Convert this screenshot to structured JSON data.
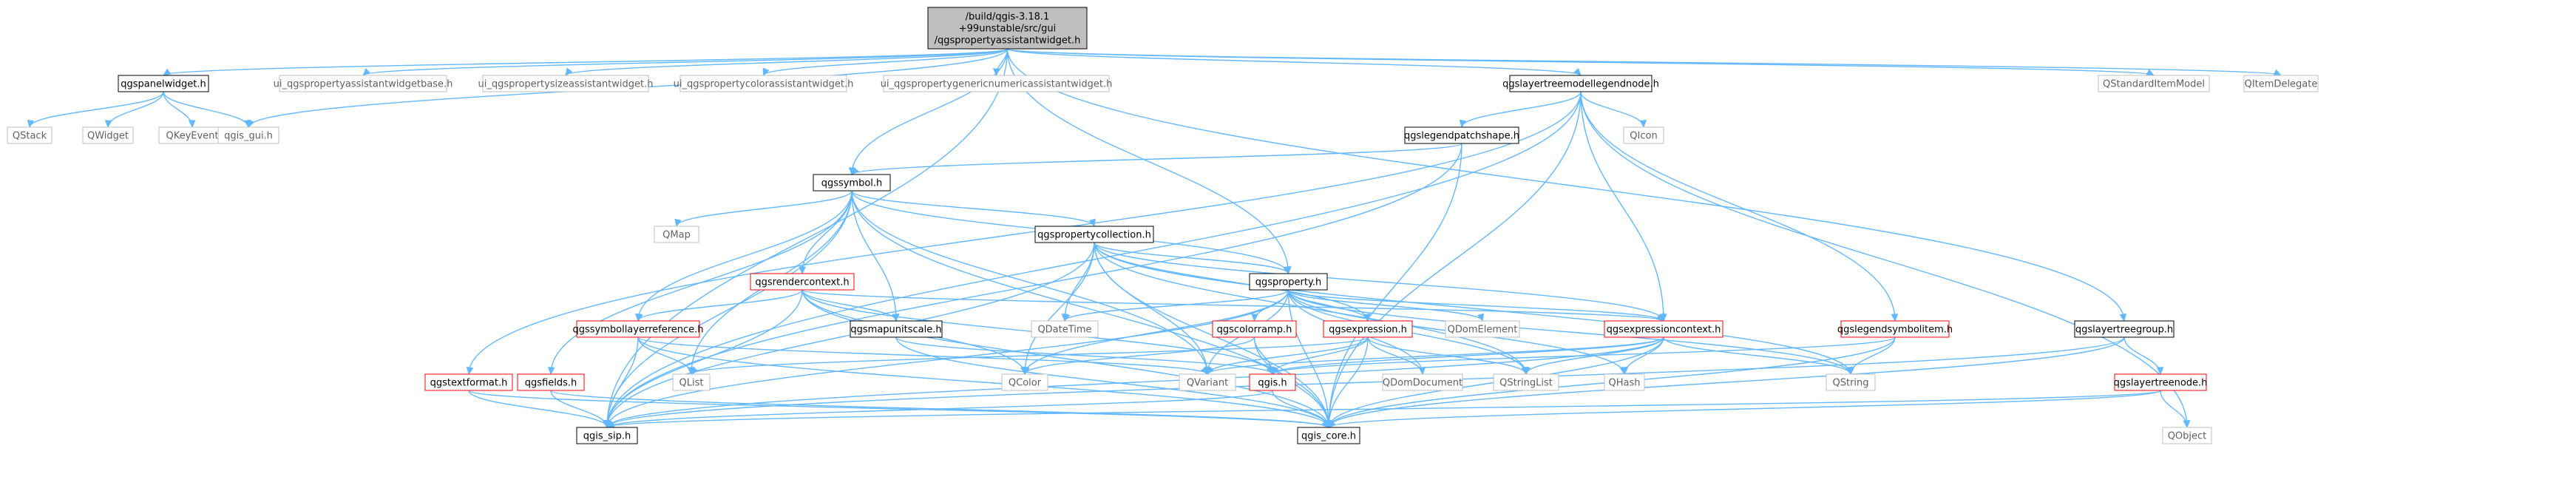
{
  "graph": {
    "type": "include-dependency-graph",
    "nodes": [
      {
        "id": "root",
        "lines": [
          "/build/qgis-3.18.1",
          "+99unstable/src/gui",
          "/qgspropertyassistantwidget.h"
        ],
        "style": "root"
      },
      {
        "id": "panelwidget",
        "lines": [
          "qgspanelwidget.h"
        ],
        "style": "black"
      },
      {
        "id": "ui_base",
        "lines": [
          "ui_qgspropertyassistantwidgetbase.h"
        ],
        "style": "gray"
      },
      {
        "id": "ui_size",
        "lines": [
          "ui_qgspropertysizeassistantwidget.h"
        ],
        "style": "gray"
      },
      {
        "id": "ui_color",
        "lines": [
          "ui_qgspropertycolorassistantwidget.h"
        ],
        "style": "gray"
      },
      {
        "id": "ui_generic",
        "lines": [
          "ui_qgspropertygenericnumericassistantwidget.h"
        ],
        "style": "gray"
      },
      {
        "id": "ltmln",
        "lines": [
          "qgslayertreemodellegendnode.h"
        ],
        "style": "black"
      },
      {
        "id": "qstdmodel",
        "lines": [
          "QStandardItemModel"
        ],
        "style": "gray"
      },
      {
        "id": "qitemdelegate",
        "lines": [
          "QItemDelegate"
        ],
        "style": "gray"
      },
      {
        "id": "qstack",
        "lines": [
          "QStack"
        ],
        "style": "gray"
      },
      {
        "id": "qwidget",
        "lines": [
          "QWidget"
        ],
        "style": "gray"
      },
      {
        "id": "qkeyevent",
        "lines": [
          "QKeyEvent"
        ],
        "style": "gray"
      },
      {
        "id": "gui",
        "lines": [
          "qgis_gui.h"
        ],
        "style": "gray"
      },
      {
        "id": "patchshape",
        "lines": [
          "qgslegendpatchshape.h"
        ],
        "style": "black"
      },
      {
        "id": "qicon",
        "lines": [
          "QIcon"
        ],
        "style": "gray"
      },
      {
        "id": "symbol",
        "lines": [
          "qgssymbol.h"
        ],
        "style": "black"
      },
      {
        "id": "qmap",
        "lines": [
          "QMap"
        ],
        "style": "gray"
      },
      {
        "id": "propcoll",
        "lines": [
          "qgspropertycollection.h"
        ],
        "style": "black"
      },
      {
        "id": "rendercontext",
        "lines": [
          "qgsrendercontext.h"
        ],
        "style": "red"
      },
      {
        "id": "property",
        "lines": [
          "qgsproperty.h"
        ],
        "style": "black"
      },
      {
        "id": "symlayerref",
        "lines": [
          "qgssymbollayerreference.h"
        ],
        "style": "red"
      },
      {
        "id": "mapunitscale",
        "lines": [
          "qgsmapunitscale.h"
        ],
        "style": "black"
      },
      {
        "id": "qdatetime",
        "lines": [
          "QDateTime"
        ],
        "style": "gray"
      },
      {
        "id": "colorramp",
        "lines": [
          "qgscolorramp.h"
        ],
        "style": "red"
      },
      {
        "id": "expression",
        "lines": [
          "qgsexpression.h"
        ],
        "style": "red"
      },
      {
        "id": "qdomelement",
        "lines": [
          "QDomElement"
        ],
        "style": "gray"
      },
      {
        "id": "exprcontext",
        "lines": [
          "qgsexpressioncontext.h"
        ],
        "style": "red"
      },
      {
        "id": "legendsymitem",
        "lines": [
          "qgslegendsymbolitem.h"
        ],
        "style": "red"
      },
      {
        "id": "ltgroup",
        "lines": [
          "qgslayertreegroup.h"
        ],
        "style": "black"
      },
      {
        "id": "textformat",
        "lines": [
          "qgstextformat.h"
        ],
        "style": "red"
      },
      {
        "id": "fields",
        "lines": [
          "qgsfields.h"
        ],
        "style": "red"
      },
      {
        "id": "qlist",
        "lines": [
          "QList"
        ],
        "style": "gray"
      },
      {
        "id": "qcolor",
        "lines": [
          "QColor"
        ],
        "style": "gray"
      },
      {
        "id": "qvariant",
        "lines": [
          "QVariant"
        ],
        "style": "gray"
      },
      {
        "id": "qgish",
        "lines": [
          "qgis.h"
        ],
        "style": "red"
      },
      {
        "id": "qdomdocument",
        "lines": [
          "QDomDocument"
        ],
        "style": "gray"
      },
      {
        "id": "qstringlist",
        "lines": [
          "QStringList"
        ],
        "style": "gray"
      },
      {
        "id": "qhash",
        "lines": [
          "QHash"
        ],
        "style": "gray"
      },
      {
        "id": "qstring",
        "lines": [
          "QString"
        ],
        "style": "gray"
      },
      {
        "id": "ltnode",
        "lines": [
          "qgslayertreenode.h"
        ],
        "style": "red"
      },
      {
        "id": "sip",
        "lines": [
          "qgis_sip.h"
        ],
        "style": "black"
      },
      {
        "id": "core",
        "lines": [
          "qgis_core.h"
        ],
        "style": "black"
      },
      {
        "id": "qobject",
        "lines": [
          "QObject"
        ],
        "style": "gray"
      }
    ],
    "edges": [
      [
        "root",
        "panelwidget"
      ],
      [
        "root",
        "ui_base"
      ],
      [
        "root",
        "ui_size"
      ],
      [
        "root",
        "ui_color"
      ],
      [
        "root",
        "ui_generic"
      ],
      [
        "root",
        "ltmln"
      ],
      [
        "root",
        "qstdmodel"
      ],
      [
        "root",
        "qitemdelegate"
      ],
      [
        "root",
        "gui"
      ],
      [
        "root",
        "sip"
      ],
      [
        "root",
        "symbol"
      ],
      [
        "root",
        "property"
      ],
      [
        "root",
        "ltgroup"
      ],
      [
        "panelwidget",
        "qstack"
      ],
      [
        "panelwidget",
        "qwidget"
      ],
      [
        "panelwidget",
        "qkeyevent"
      ],
      [
        "panelwidget",
        "gui"
      ],
      [
        "ltmln",
        "patchshape"
      ],
      [
        "ltmln",
        "qicon"
      ],
      [
        "ltmln",
        "exprcontext"
      ],
      [
        "ltmln",
        "legendsymitem"
      ],
      [
        "ltmln",
        "textformat"
      ],
      [
        "ltmln",
        "core"
      ],
      [
        "ltmln",
        "qobject"
      ],
      [
        "ltmln",
        "sip"
      ],
      [
        "patchshape",
        "symbol"
      ],
      [
        "patchshape",
        "sip"
      ],
      [
        "patchshape",
        "core"
      ],
      [
        "symbol",
        "qmap"
      ],
      [
        "symbol",
        "propcoll"
      ],
      [
        "symbol",
        "rendercontext"
      ],
      [
        "symbol",
        "property"
      ],
      [
        "symbol",
        "symlayerref"
      ],
      [
        "symbol",
        "mapunitscale"
      ],
      [
        "symbol",
        "fields"
      ],
      [
        "symbol",
        "qlist"
      ],
      [
        "symbol",
        "sip"
      ],
      [
        "symbol",
        "core"
      ],
      [
        "symbol",
        "qvariant"
      ],
      [
        "propcoll",
        "property"
      ],
      [
        "propcoll",
        "exprcontext"
      ],
      [
        "propcoll",
        "qdatetime"
      ],
      [
        "propcoll",
        "qcolor"
      ],
      [
        "propcoll",
        "qvariant"
      ],
      [
        "propcoll",
        "qstring"
      ],
      [
        "propcoll",
        "qstringlist"
      ],
      [
        "propcoll",
        "core"
      ],
      [
        "propcoll",
        "sip"
      ],
      [
        "propcoll",
        "expression"
      ],
      [
        "rendercontext",
        "symlayerref"
      ],
      [
        "rendercontext",
        "mapunitscale"
      ],
      [
        "rendercontext",
        "exprcontext"
      ],
      [
        "rendercontext",
        "qcolor"
      ],
      [
        "rendercontext",
        "sip"
      ],
      [
        "rendercontext",
        "core"
      ],
      [
        "rendercontext",
        "qgish"
      ],
      [
        "property",
        "qdatetime"
      ],
      [
        "property",
        "colorramp"
      ],
      [
        "property",
        "expression"
      ],
      [
        "property",
        "qdomelement"
      ],
      [
        "property",
        "exprcontext"
      ],
      [
        "property",
        "qcolor"
      ],
      [
        "property",
        "qvariant"
      ],
      [
        "property",
        "qdomdocument"
      ],
      [
        "property",
        "qstringlist"
      ],
      [
        "property",
        "qhash"
      ],
      [
        "property",
        "qstring"
      ],
      [
        "property",
        "sip"
      ],
      [
        "property",
        "core"
      ],
      [
        "symlayerref",
        "qlist"
      ],
      [
        "symlayerref",
        "sip"
      ],
      [
        "symlayerref",
        "core"
      ],
      [
        "symlayerref",
        "qvariant"
      ],
      [
        "mapunitscale",
        "qgish"
      ],
      [
        "mapunitscale",
        "core"
      ],
      [
        "colorramp",
        "qcolor"
      ],
      [
        "colorramp",
        "qgish"
      ],
      [
        "colorramp",
        "core"
      ],
      [
        "expression",
        "qvariant"
      ],
      [
        "expression",
        "qgish"
      ],
      [
        "expression",
        "qdomdocument"
      ],
      [
        "expression",
        "qstringlist"
      ],
      [
        "expression",
        "core"
      ],
      [
        "expression",
        "qlist"
      ],
      [
        "exprcontext",
        "qvariant"
      ],
      [
        "exprcontext",
        "qstringlist"
      ],
      [
        "exprcontext",
        "qhash"
      ],
      [
        "exprcontext",
        "qstring"
      ],
      [
        "exprcontext",
        "core"
      ],
      [
        "exprcontext",
        "sip"
      ],
      [
        "exprcontext",
        "qgish"
      ],
      [
        "legendsymitem",
        "qgish"
      ],
      [
        "legendsymitem",
        "core"
      ],
      [
        "legendsymitem",
        "qstring"
      ],
      [
        "ltgroup",
        "ltnode"
      ],
      [
        "ltgroup",
        "core"
      ],
      [
        "ltgroup",
        "sip"
      ],
      [
        "textformat",
        "sip"
      ],
      [
        "textformat",
        "core"
      ],
      [
        "fields",
        "sip"
      ],
      [
        "fields",
        "core"
      ],
      [
        "qgish",
        "sip"
      ],
      [
        "qgish",
        "core"
      ],
      [
        "ltnode",
        "core"
      ],
      [
        "ltnode",
        "sip"
      ],
      [
        "ltnode",
        "qobject"
      ]
    ]
  }
}
